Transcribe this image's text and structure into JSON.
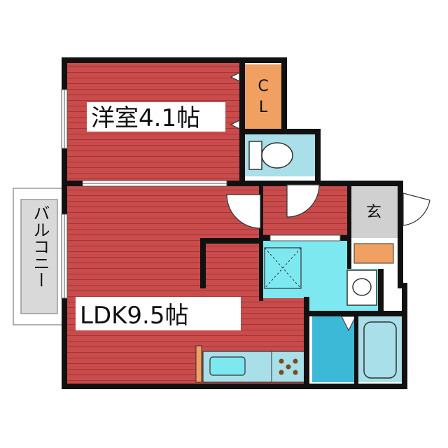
{
  "rooms": {
    "western_room": "洋室4.1帖",
    "closet": "CL",
    "ldk": "LDK9.5帖",
    "entrance": "玄",
    "balcony": "バルコニー"
  },
  "colors": {
    "floor_red": "#c94b4b",
    "floor_line": "#a33535",
    "closet_orange": "#f0a060",
    "wet_cyan": "#7ee8f0",
    "toilet_blue": "#a8dfe8",
    "bath_blue": "#3db9d8",
    "entrance_gray": "#d0d0d0",
    "wall": "#111111"
  }
}
